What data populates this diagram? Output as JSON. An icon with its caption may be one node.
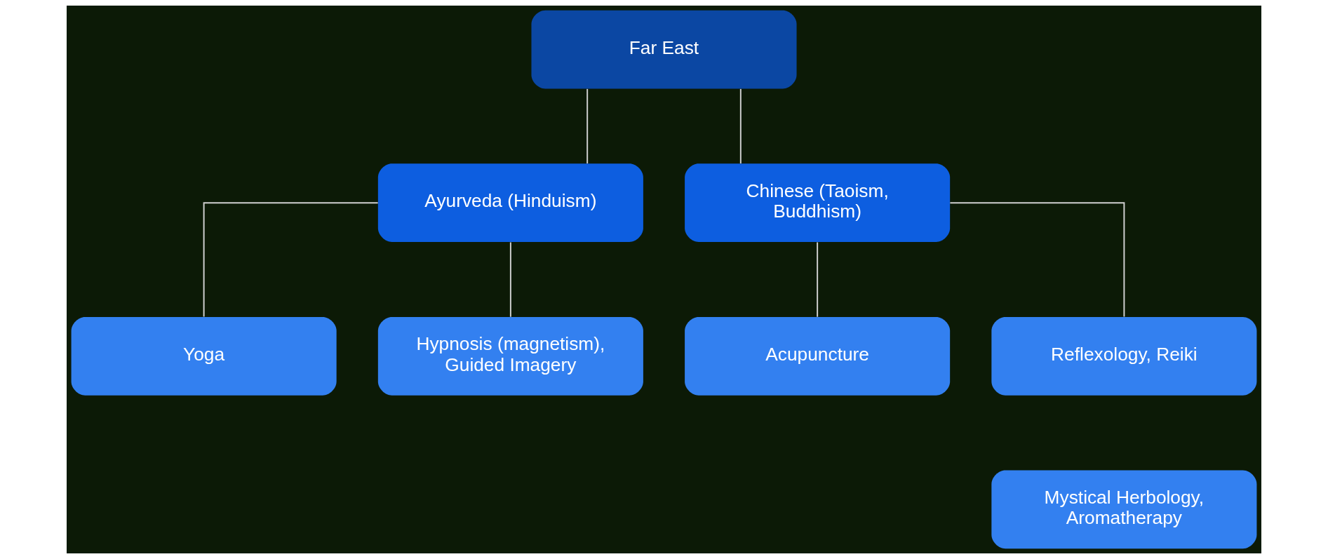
{
  "diagram": {
    "nodes": [
      {
        "text": [
          "Far East"
        ]
      },
      {
        "text": [
          "Ayurveda (Hinduism)"
        ]
      },
      {
        "text": [
          "Chinese (Taoism, Buddhism)"
        ]
      },
      {
        "text": [
          "Yoga"
        ]
      },
      {
        "text": [
          "Hypnosis (magnetism), Guided Imagery"
        ]
      },
      {
        "text": [
          "Acupuncture"
        ]
      },
      {
        "text": [
          "Reflexology, Reiki"
        ]
      },
      {
        "text": [
          "Mystical Herbology, Aromatherapy"
        ]
      }
    ],
    "edges": [
      {
        "from": 0,
        "to": 1,
        "arrow": "none"
      },
      {
        "from": 0,
        "to": 2,
        "arrow": "none"
      },
      {
        "from": 1,
        "to": 3,
        "arrow": "none"
      },
      {
        "from": 1,
        "to": 4,
        "arrow": "none"
      },
      {
        "from": 2,
        "to": 5,
        "arrow": "none"
      },
      {
        "from": 2,
        "to": 6,
        "arrow": "none"
      }
    ]
  }
}
